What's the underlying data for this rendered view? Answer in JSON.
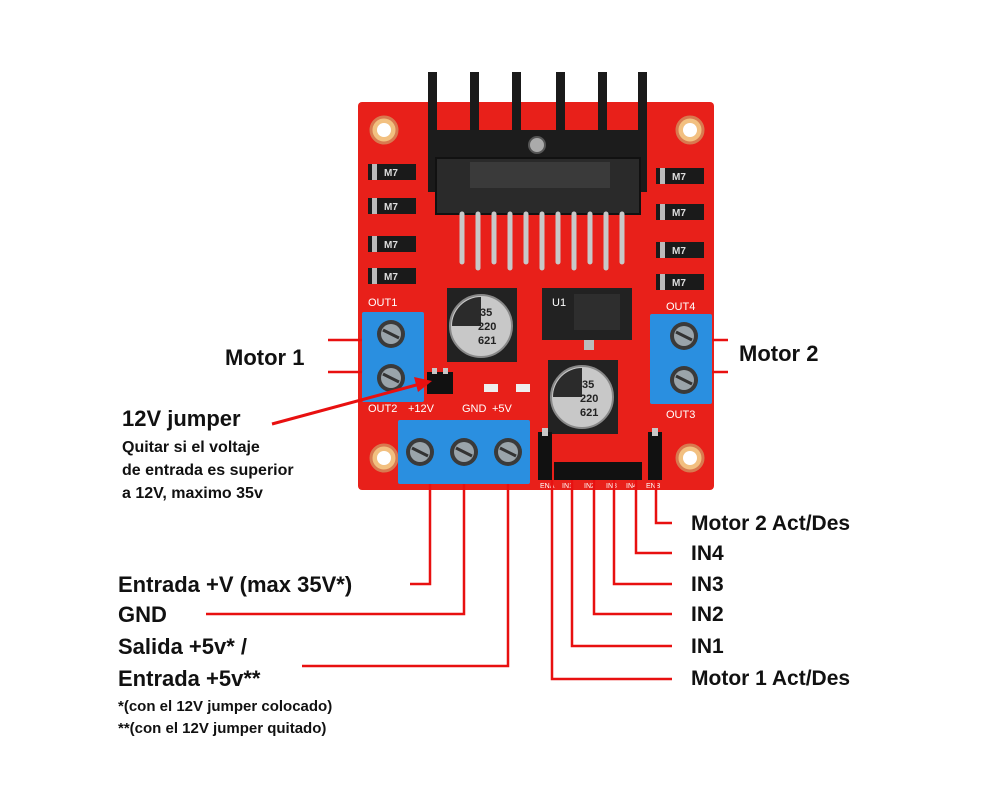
{
  "colors": {
    "pcb": "#e8201a",
    "leader": "#e81010",
    "terminal": "#2a8fe0",
    "heatsink": "#1a1a1a",
    "pin": "#c8c8c8"
  },
  "board": {
    "silkscreen": {
      "out1": "OUT1",
      "out2": "OUT2",
      "out3": "OUT3",
      "out4": "OUT4",
      "v12": "+12V",
      "gnd": "GND",
      "v5": "+5V",
      "u1": "U1",
      "diode_marks": [
        "M7",
        "M7",
        "M7",
        "M7",
        "M7",
        "M7",
        "M7",
        "M7"
      ],
      "cap_text": [
        "35",
        "220",
        "621"
      ],
      "header_pins": [
        "ENA",
        "IN1",
        "IN2",
        "IN3",
        "IN4",
        "ENB"
      ]
    }
  },
  "labels": {
    "motor1": "Motor 1",
    "motor2": "Motor 2",
    "jumper_title": "12V jumper",
    "jumper_desc_lines": [
      "Quitar si el voltaje",
      "de entrada es superior",
      "a 12V, maximo 35v"
    ],
    "entrada_v": "Entrada +V (max 35V*)",
    "gnd": "GND",
    "salida_5v": "Salida +5v* /",
    "entrada_5v": "Entrada +5v**",
    "note1": "*(con el 12V jumper colocado)",
    "note2": "**(con el 12V jumper quitado)",
    "motor2_act": "Motor 2 Act/Des",
    "in4": "IN4",
    "in3": "IN3",
    "in2": "IN2",
    "in1": "IN1",
    "motor1_act": "Motor 1 Act/Des"
  }
}
